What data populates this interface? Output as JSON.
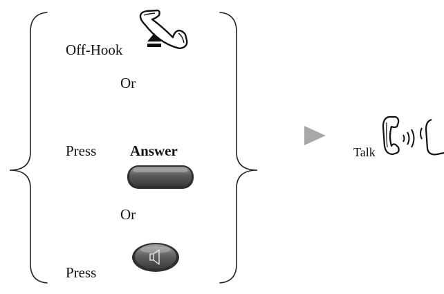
{
  "instruction": {
    "option_off_hook": {
      "label": "Off-Hook"
    },
    "or_1": "Or",
    "option_answer": {
      "press_label": "Press",
      "softkey_label": "Answer"
    },
    "or_2": "Or",
    "option_speaker": {
      "press_label": "Press"
    },
    "result": {
      "label": "Talk"
    }
  },
  "icons": {
    "off_hook": "handset-lift-icon",
    "answer_key": "softkey-button-icon",
    "speaker": "speaker-button-icon",
    "arrow": "arrow-right-icon",
    "talk": "talking-handset-icon"
  },
  "colors": {
    "text": "#111111",
    "brace": "#222222",
    "arrow": "#a8a8a8",
    "button_dark": "#4a4a4a",
    "button_light": "#9a9a9a"
  }
}
